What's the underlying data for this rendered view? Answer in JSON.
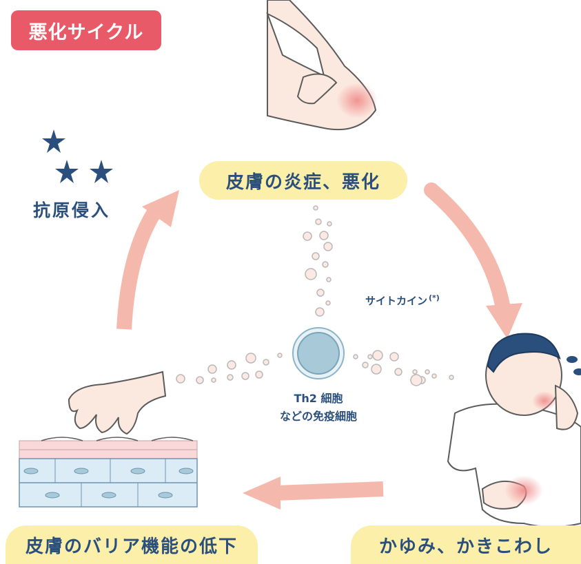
{
  "badge": {
    "label": "悪化サイクル",
    "color": "#e85a68"
  },
  "steps": {
    "inflammation": "皮膚の炎症、悪化",
    "itch": "かゆみ、かきこわし",
    "barrier": "皮膚のバリア機能の低下"
  },
  "antigen": {
    "label": "抗原侵入",
    "icon": "star-icon"
  },
  "cytokine": {
    "label": "サイトカイン",
    "note": "(*)"
  },
  "cell": {
    "line1": "Th2 細胞",
    "line2": "などの免疫細胞"
  },
  "colors": {
    "arrow": "#f4b8ad",
    "pill": "#fcefa9",
    "text": "#2a4f7c",
    "cell": "#8ab4c7"
  }
}
